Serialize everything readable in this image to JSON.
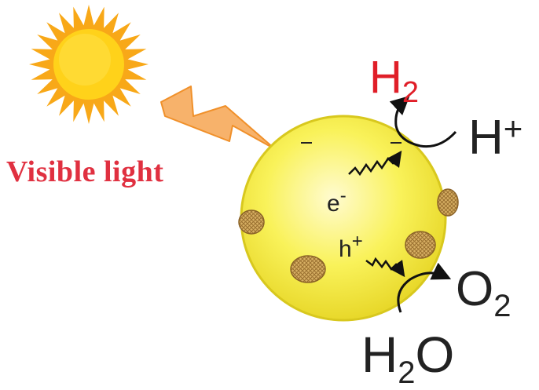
{
  "labels": {
    "visible_light": "Visible light",
    "h2_base": "H",
    "h2_sub": "2",
    "hplus_base": "H",
    "hplus_sup": "+",
    "electron_base": "e",
    "electron_sup": "-",
    "hole_base": "h",
    "hole_sup": "+",
    "o2_base": "O",
    "o2_sub": "2",
    "h2o_base": "H",
    "h2o_sub": "2",
    "h2o_tail": "O"
  },
  "colors": {
    "sun": "#f8a818",
    "sun_core": "#ffd21a",
    "lightning": "#f7b26b",
    "particle": "#f4ee4a",
    "cocatalyst": "#c79a48",
    "label_red": "#e01e28",
    "text_dark": "#222222"
  },
  "icons": [
    "sun-icon",
    "lightning-bolt-icon"
  ]
}
